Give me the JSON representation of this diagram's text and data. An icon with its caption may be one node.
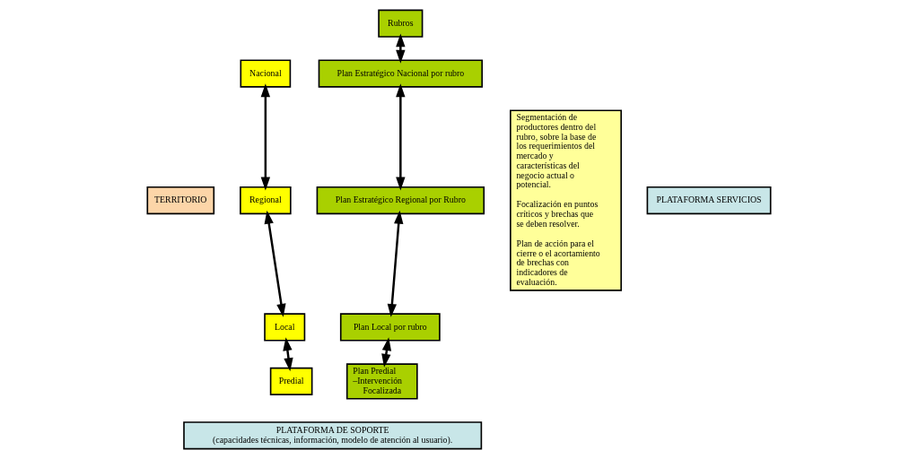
{
  "diagram": {
    "nodes": [
      {
        "text": [
          "TERRITORIO"
        ]
      },
      {
        "text": [
          "Nacional"
        ]
      },
      {
        "text": [
          "Regional"
        ]
      },
      {
        "text": [
          "Local"
        ]
      },
      {
        "text": [
          "Predial"
        ]
      },
      {
        "text": [
          "Rubros"
        ]
      },
      {
        "text": [
          "Plan Estratégico Nacional por rubro"
        ]
      },
      {
        "text": [
          "Plan Estratégico Regional por Rubro"
        ]
      },
      {
        "text": [
          "Plan Local por rubro"
        ]
      },
      {
        "text": [
          "Plan Predial –Intervención Focalizada"
        ]
      },
      {
        "text": [
          "Segmentación de productores dentro del rubro, sobre la base de los requerimientos del mercado y características del negocio actual o potencial.",
          "Focalización en puntos críticos y brechas que se deben resolver.",
          "Plan de acción para el cierre o el acortamiento de brechas con indicadores de evaluación."
        ]
      },
      {
        "text": [
          "PLATAFORMA SERVICIOS"
        ]
      },
      {
        "text": [
          "PLATAFORMA DE SOPORTE",
          "(capacidades técnicas, información, modelo de atención al usuario)."
        ]
      }
    ],
    "edges": [
      {
        "from": 1,
        "to": 2,
        "arrow": "both"
      },
      {
        "from": 2,
        "to": 3,
        "arrow": "both"
      },
      {
        "from": 3,
        "to": 4,
        "arrow": "both"
      },
      {
        "from": 5,
        "to": 6,
        "arrow": "both"
      },
      {
        "from": 6,
        "to": 7,
        "arrow": "both"
      },
      {
        "from": 7,
        "to": 8,
        "arrow": "both"
      },
      {
        "from": 8,
        "to": 9,
        "arrow": "both"
      }
    ]
  }
}
